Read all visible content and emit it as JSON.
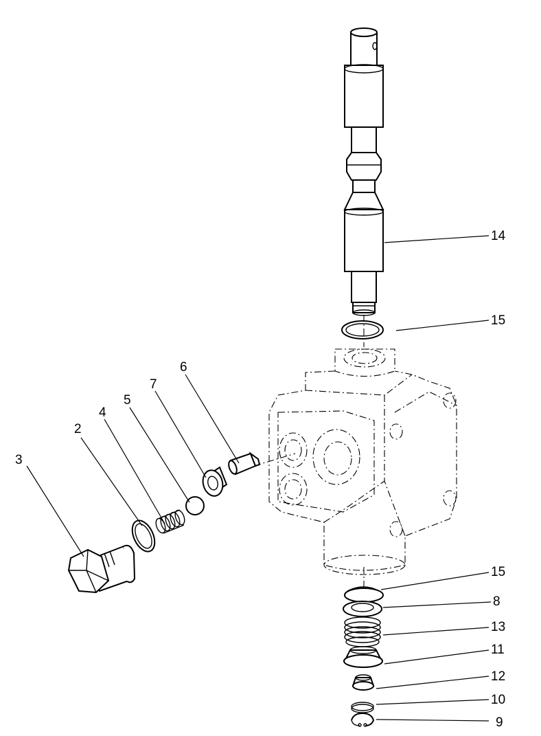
{
  "callouts": {
    "c14": "14",
    "c15_top": "15",
    "c6": "6",
    "c7": "7",
    "c5": "5",
    "c4": "4",
    "c2": "2",
    "c3": "3",
    "c15_bottom": "15",
    "c8": "8",
    "c13": "13",
    "c11": "11",
    "c12": "12",
    "c10": "10",
    "c9": "9"
  },
  "colors": {
    "line": "#000000",
    "background": "#ffffff"
  }
}
